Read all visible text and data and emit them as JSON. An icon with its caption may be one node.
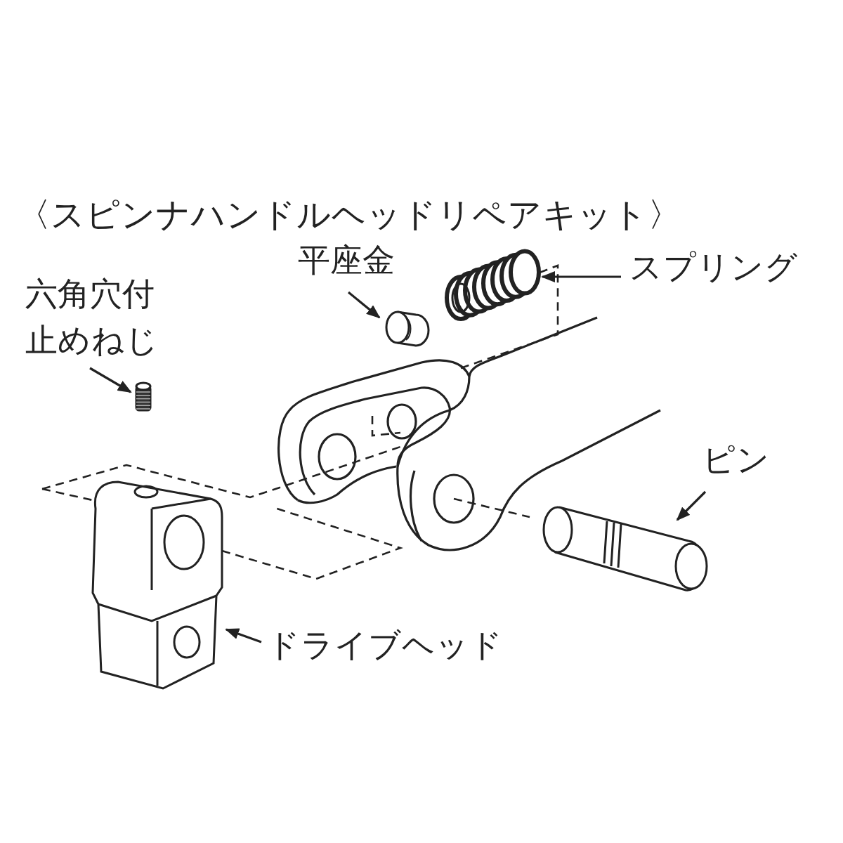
{
  "diagram": {
    "title": "〈スピンナハンドルヘッドリペアキット〉",
    "nodes": [
      {
        "text": [
          "平座金"
        ]
      },
      {
        "text": [],
        "shape": "cylinder"
      },
      {
        "text": [
          "スプリング"
        ]
      },
      {
        "text": [],
        "shape": "picture"
      },
      {
        "text": [
          "六角穴付止めねじ"
        ]
      },
      {
        "text": [],
        "shape": "picture"
      },
      {
        "text": [
          "ピン"
        ]
      },
      {
        "text": [],
        "shape": "picture"
      },
      {
        "text": [
          "ドライブヘッド"
        ]
      },
      {
        "text": [],
        "shape": "picture"
      }
    ],
    "edges": [
      {
        "from": 0,
        "to": 1,
        "arrow": "to"
      },
      {
        "from": 2,
        "to": 3,
        "arrow": "to"
      },
      {
        "from": 4,
        "to": 5,
        "arrow": "to"
      },
      {
        "from": 6,
        "to": 7,
        "arrow": "to"
      },
      {
        "from": 8,
        "to": 9,
        "arrow": "to"
      }
    ]
  }
}
